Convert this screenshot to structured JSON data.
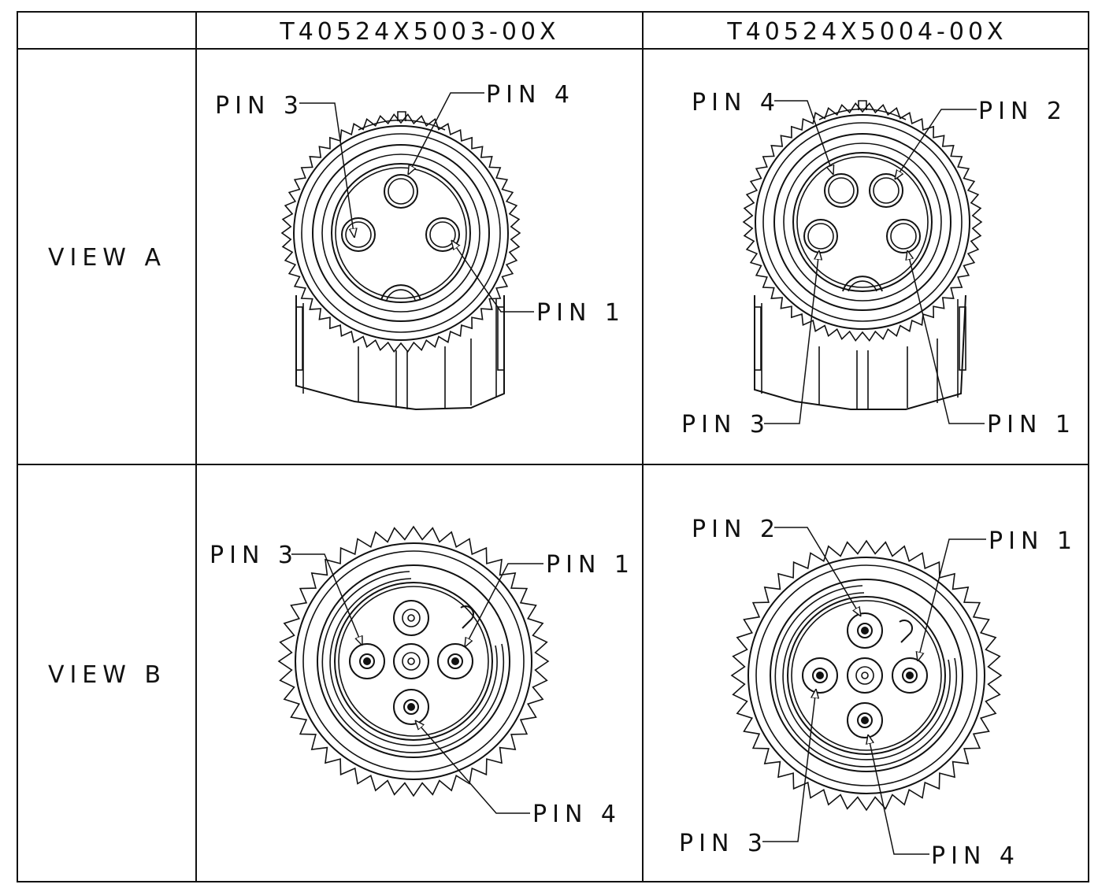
{
  "table": {
    "corner": "",
    "columns": [
      "T40524X5003-00X",
      "T40524X5004-00X"
    ],
    "rows": [
      "VIEW A",
      "VIEW B"
    ]
  },
  "cells": {
    "a1": {
      "pin3": "PIN 3",
      "pin4": "PIN 4",
      "pin1": "PIN 1"
    },
    "a2": {
      "pin4": "PIN 4",
      "pin2": "PIN 2",
      "pin3": "PIN 3",
      "pin1": "PIN 1"
    },
    "b1": {
      "pin3": "PIN 3",
      "pin1": "PIN 1",
      "pin4": "PIN 4"
    },
    "b2": {
      "pin2": "PIN 2",
      "pin1": "PIN 1",
      "pin3": "PIN 3",
      "pin4": "PIN 4"
    }
  }
}
